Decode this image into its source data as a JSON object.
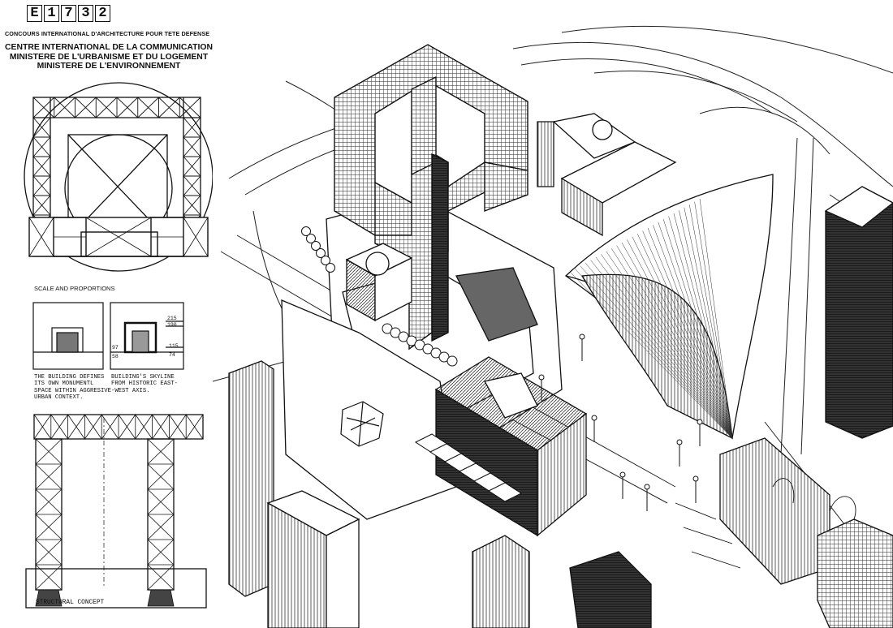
{
  "header": {
    "code_chars": [
      "E",
      "1",
      "7",
      "3",
      "2"
    ],
    "competition": "CONCOURS INTERNATIONAL D'ARCHITECTURE POUR TETE DEFENSE",
    "title_lines": [
      "CENTRE INTERNATIONAL DE LA COMMUNICATION",
      "MINISTERE DE L'URBANISME ET DU LOGEMENT",
      "MINISTERE DE L'ENVIRONNEMENT"
    ]
  },
  "sections": {
    "scale_title": "SCALE AND PROPORTIONS",
    "caption_left": "THE BUILDING DEFINES\nITS OWN MONUMENTL\nSPACE WITHIN AGGRESIVE\nURBAN CONTEXT.",
    "caption_right": "BUILDING'S SKYLINE\nFROM HISTORIC EAST-\n-WEST AXIS.",
    "structural_title": "STRUCTURAL CONCEPT"
  },
  "dims": {
    "d215": "215",
    "d190": "190",
    "d115": "115",
    "d97": "97",
    "d74": "74",
    "d58": "58"
  }
}
